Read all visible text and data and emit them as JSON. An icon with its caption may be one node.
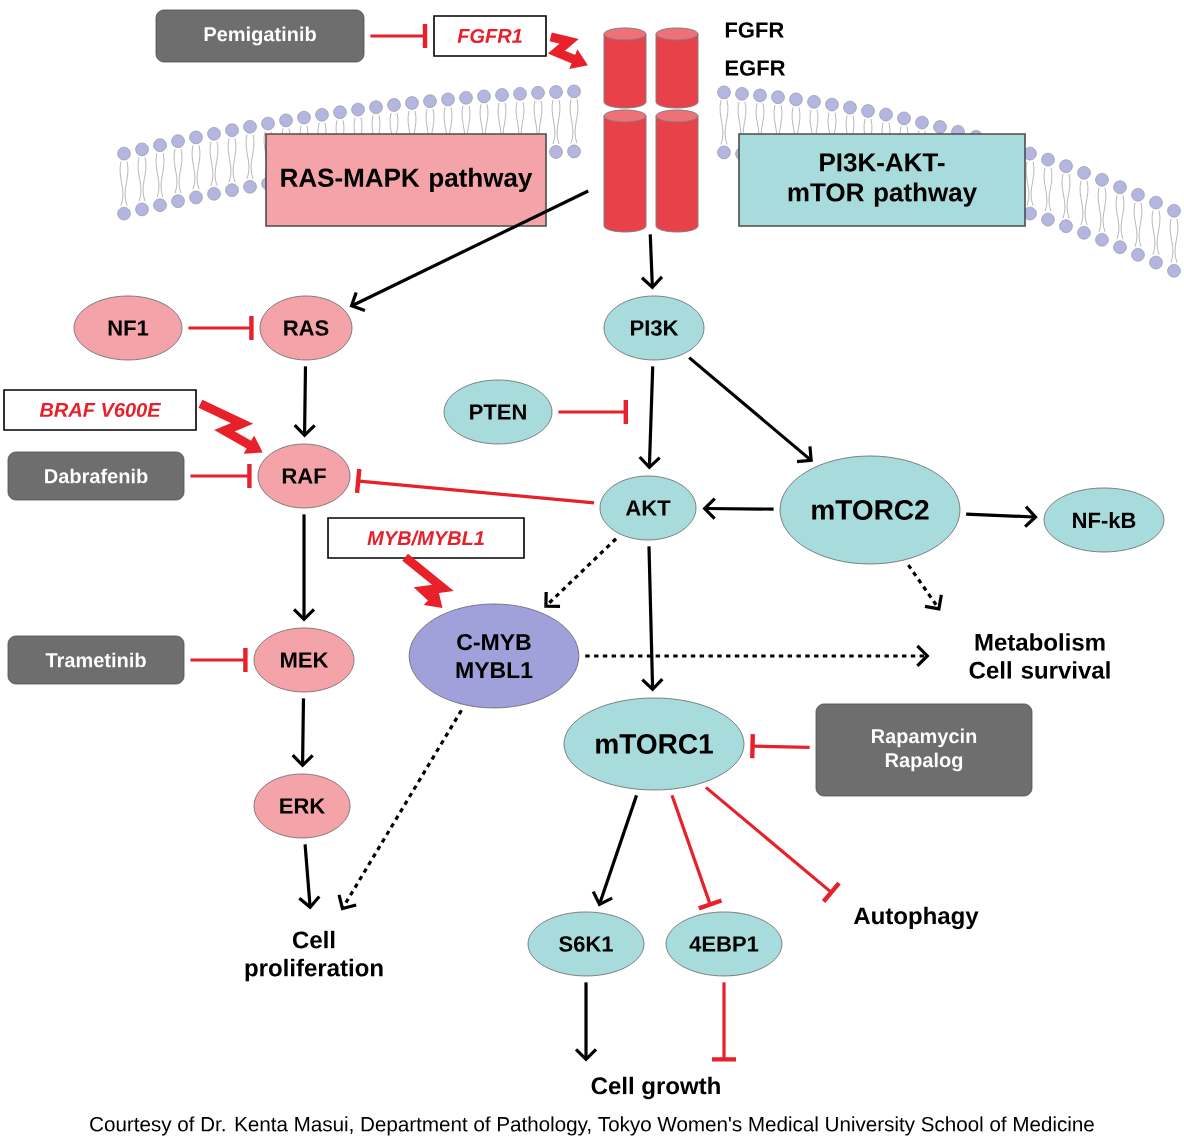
{
  "diagram": {
    "caption": "Courtesy of Dr. Kenta Masui, Department of Pathology, Tokyo Women's Medical University School of Medicine",
    "nodes": [
      {
        "text": [
          "Pemigatinib"
        ]
      },
      {
        "text": [
          "FGFR1"
        ]
      },
      {
        "text": [],
        "shape": "cylinder",
        "beside": [
          "FGFR",
          "EGFR"
        ]
      },
      {
        "text": [
          "RAS-MAPK pathway"
        ]
      },
      {
        "text": [
          "PI3K-AKT-mTOR pathway"
        ]
      },
      {
        "text": [
          "NF1"
        ]
      },
      {
        "text": [
          "RAS"
        ]
      },
      {
        "text": [
          "BRAF V600E"
        ]
      },
      {
        "text": [
          "Dabrafenib"
        ]
      },
      {
        "text": [
          "RAF"
        ]
      },
      {
        "text": [
          "MYB/MYBL1"
        ]
      },
      {
        "text": [
          "Trametinib"
        ]
      },
      {
        "text": [
          "MEK"
        ]
      },
      {
        "text": [
          "C-MYB MYBL1"
        ]
      },
      {
        "text": [
          "ERK"
        ]
      },
      {
        "text": [
          "Cell proliferation"
        ]
      },
      {
        "text": [
          "PI3K"
        ]
      },
      {
        "text": [
          "PTEN"
        ]
      },
      {
        "text": [
          "AKT"
        ]
      },
      {
        "text": [
          "mTORC2"
        ]
      },
      {
        "text": [
          "NF-kB"
        ]
      },
      {
        "text": [
          "Metabolism Cell survival"
        ]
      },
      {
        "text": [
          "mTORC1"
        ]
      },
      {
        "text": [
          "Rapamycin Rapalog"
        ]
      },
      {
        "text": [
          "S6K1"
        ]
      },
      {
        "text": [
          "4EBP1"
        ]
      },
      {
        "text": [
          "Autophagy"
        ]
      },
      {
        "text": [
          "Cell growth"
        ]
      }
    ],
    "edges": [
      {
        "from": 0,
        "to": 1,
        "arrow": "other",
        "color": "#e8202a"
      },
      {
        "from": 2,
        "to": 6,
        "arrow": "to"
      },
      {
        "from": 2,
        "to": 16,
        "arrow": "to"
      },
      {
        "from": 5,
        "to": 6,
        "arrow": "other",
        "color": "#e8202a"
      },
      {
        "from": 6,
        "to": 9,
        "arrow": "to"
      },
      {
        "from": 8,
        "to": 9,
        "arrow": "other",
        "color": "#e8202a"
      },
      {
        "from": 18,
        "to": 9,
        "arrow": "other",
        "color": "#e8202a"
      },
      {
        "from": 9,
        "to": 12,
        "arrow": "to"
      },
      {
        "from": 11,
        "to": 12,
        "arrow": "other",
        "color": "#e8202a"
      },
      {
        "from": 12,
        "to": 14,
        "arrow": "to"
      },
      {
        "from": 14,
        "to": 15,
        "arrow": "to"
      },
      {
        "from": 13,
        "to": 15,
        "arrow": "to",
        "style": "dashed"
      },
      {
        "from": 16,
        "to": 18,
        "arrow": "to"
      },
      {
        "from": 17,
        "to": null,
        "arrow": "other",
        "color": "#e8202a"
      },
      {
        "from": 16,
        "to": 19,
        "arrow": "to"
      },
      {
        "from": 19,
        "to": 18,
        "arrow": "to"
      },
      {
        "from": 19,
        "to": 20,
        "arrow": "to"
      },
      {
        "from": 18,
        "to": 13,
        "arrow": "to",
        "style": "dashed"
      },
      {
        "from": 13,
        "to": 21,
        "arrow": "to",
        "style": "dashed"
      },
      {
        "from": 19,
        "to": 21,
        "arrow": "to",
        "style": "dashed"
      },
      {
        "from": 18,
        "to": 22,
        "arrow": "to"
      },
      {
        "from": 23,
        "to": 22,
        "arrow": "other",
        "color": "#e8202a"
      },
      {
        "from": 22,
        "to": 24,
        "arrow": "to"
      },
      {
        "from": 22,
        "to": 25,
        "arrow": "other",
        "color": "#e8202a"
      },
      {
        "from": 22,
        "to": 26,
        "arrow": "other",
        "color": "#e8202a"
      },
      {
        "from": 24,
        "to": 27,
        "arrow": "to"
      },
      {
        "from": 25,
        "to": 27,
        "arrow": "other",
        "color": "#e8202a"
      },
      {
        "from": 1,
        "to": 2,
        "arrow": "to",
        "style": "thick",
        "color": "#e8202a"
      },
      {
        "from": 7,
        "to": 9,
        "arrow": "to",
        "style": "thick",
        "color": "#e8202a"
      },
      {
        "from": 10,
        "to": 13,
        "arrow": "to",
        "style": "thick",
        "color": "#e8202a"
      }
    ]
  }
}
